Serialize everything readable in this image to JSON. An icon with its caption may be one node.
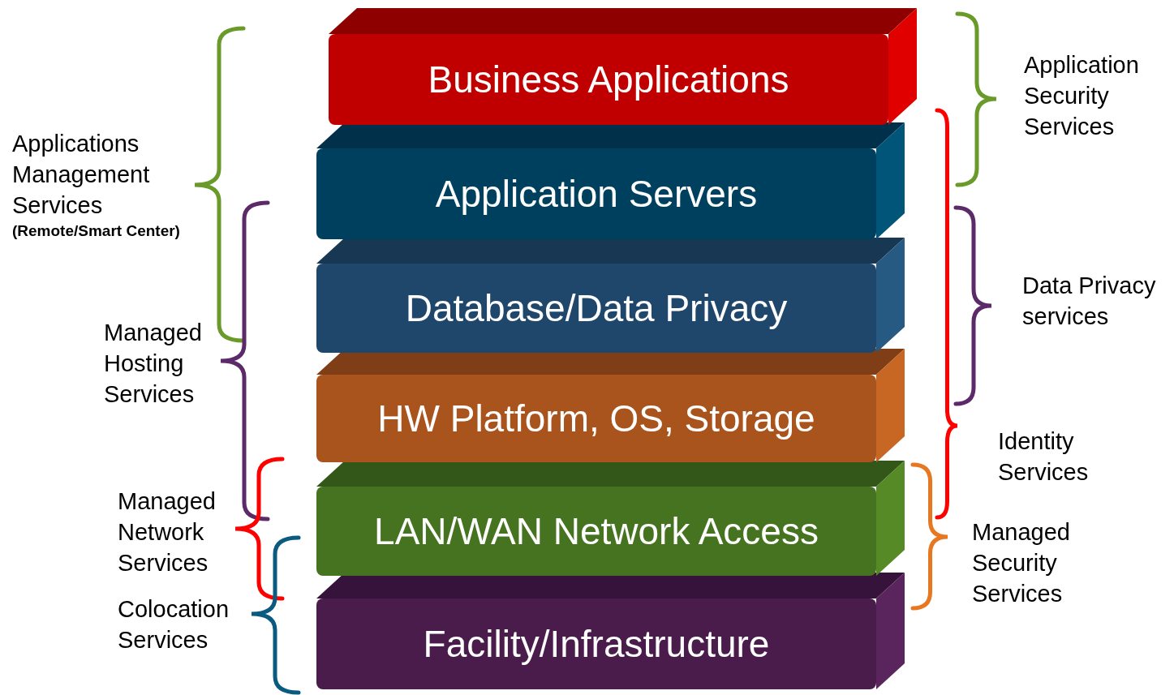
{
  "diagram": {
    "nodes": [
      {
        "text": [
          "Business Applications"
        ]
      },
      {
        "text": [
          "Application Servers"
        ]
      },
      {
        "text": [
          "Database/Data Privacy"
        ]
      },
      {
        "text": [
          "HW Platform, OS, Storage"
        ]
      },
      {
        "text": [
          "LAN/WAN Network Access"
        ]
      },
      {
        "text": [
          "Facility/Infrastructure"
        ]
      }
    ],
    "edges": [],
    "labels": [
      "Applications Management Services",
      "(Remote/Smart Center)",
      "Managed Hosting Services",
      "Managed Network Services",
      "Colocation Services",
      "Application Security Services",
      "Data Privacy services",
      "Identity Services",
      "Managed Security Services"
    ]
  }
}
